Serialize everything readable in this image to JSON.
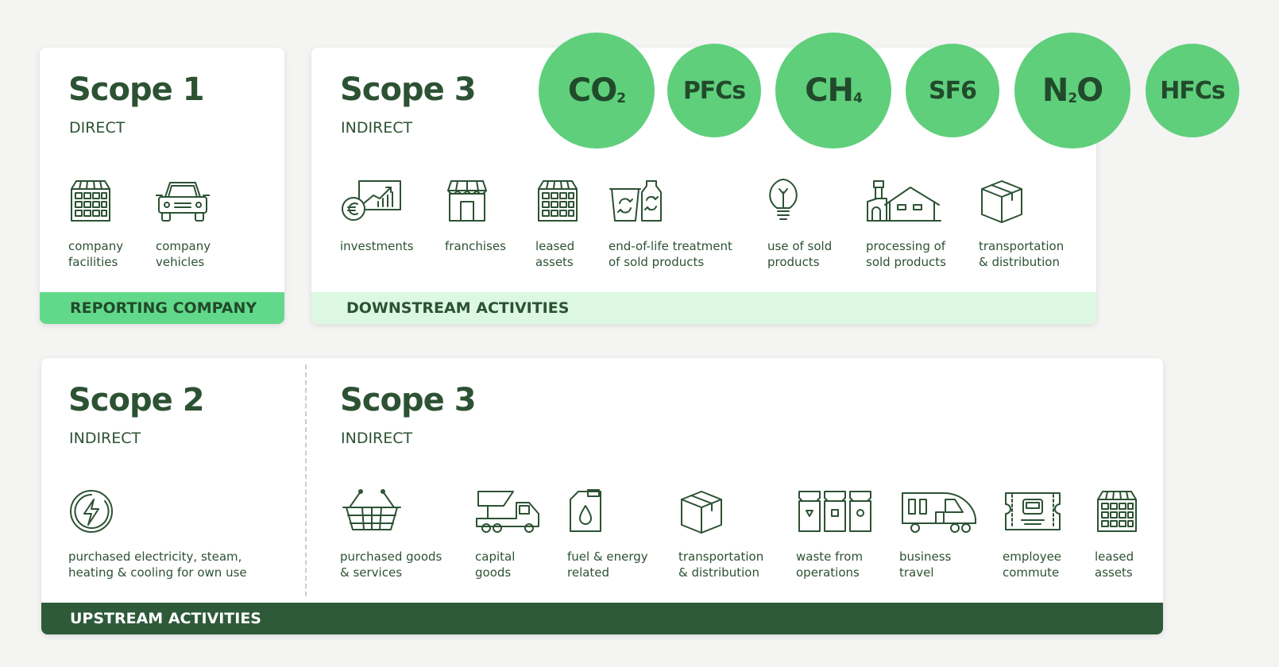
{
  "scope1": {
    "title": "Scope 1",
    "subtitle": "DIRECT",
    "items": [
      {
        "icon": "building-icon",
        "label": "company\nfacilities"
      },
      {
        "icon": "car-icon",
        "label": "company\nvehicles"
      }
    ],
    "footer": "REPORTING COMPANY"
  },
  "scope3_downstream": {
    "title": "Scope 3",
    "subtitle": "INDIRECT",
    "items": [
      {
        "icon": "investment-chart-icon",
        "label": "investments"
      },
      {
        "icon": "storefront-icon",
        "label": "franchises"
      },
      {
        "icon": "building-icon",
        "label": "leased\nassets"
      },
      {
        "icon": "recycle-bins-icon",
        "label": "end-of-life treatment\nof sold products"
      },
      {
        "icon": "lightbulb-icon",
        "label": "use of sold\nproducts"
      },
      {
        "icon": "factory-icon",
        "label": "processing of\nsold products"
      },
      {
        "icon": "box-icon",
        "label": "transportation\n& distribution"
      }
    ],
    "footer": "DOWNSTREAM ACTIVITIES"
  },
  "gases": [
    {
      "formula": "CO",
      "subscript": "2"
    },
    {
      "formula": "PFCs",
      "subscript": ""
    },
    {
      "formula": "CH",
      "subscript": "4"
    },
    {
      "formula": "SF6",
      "subscript": ""
    },
    {
      "formula": "N",
      "subscript": "2",
      "suffix": "O"
    },
    {
      "formula": "HFCs",
      "subscript": ""
    }
  ],
  "scope2": {
    "title": "Scope 2",
    "subtitle": "INDIRECT",
    "items": [
      {
        "icon": "electricity-icon",
        "label": "purchased electricity, steam,\nheating & cooling for own use"
      }
    ]
  },
  "scope3_upstream": {
    "title": "Scope 3",
    "subtitle": "INDIRECT",
    "items": [
      {
        "icon": "shopping-basket-icon",
        "label": "purchased goods\n& services"
      },
      {
        "icon": "crane-truck-icon",
        "label": "capital\ngoods"
      },
      {
        "icon": "fuel-canister-icon",
        "label": "fuel & energy\nrelated"
      },
      {
        "icon": "box-icon",
        "label": "transportation\n& distribution"
      },
      {
        "icon": "waste-bins-icon",
        "label": "waste from\noperations"
      },
      {
        "icon": "train-icon",
        "label": "business\ntravel"
      },
      {
        "icon": "commute-ticket-icon",
        "label": "employee\ncommute"
      },
      {
        "icon": "building-icon",
        "label": "leased\nassets"
      }
    ],
    "footer": "UPSTREAM ACTIVITIES"
  },
  "colors": {
    "dark_green": "#2c5233",
    "upstream_bar": "#2e5a3a",
    "reporting_bar": "#62d98a",
    "downstream_bar": "#dcf8e2",
    "gas_circle": "#5fcf7c",
    "background": "#f4f4f2"
  }
}
